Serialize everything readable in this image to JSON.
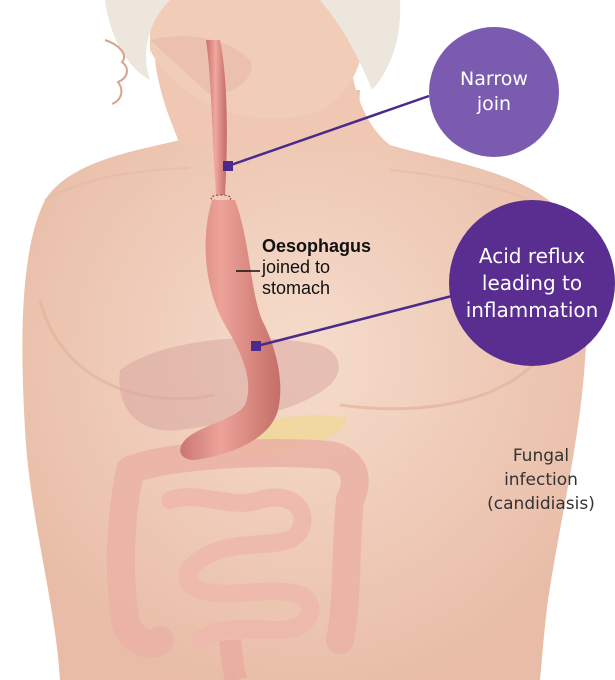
{
  "callouts": {
    "narrow_join": {
      "lines": [
        "Narrow",
        "join"
      ],
      "color": "#7b5bb0"
    },
    "acid_reflux": {
      "lines": [
        "Acid reflux",
        "leading to",
        "inflammation"
      ],
      "color": "#5a2d91"
    }
  },
  "labels": {
    "oesophagus_title": "Oesophagus",
    "oesophagus_line2": "joined to",
    "oesophagus_line3": "stomach",
    "fungal_lines": [
      "Fungal",
      "infection",
      "(candidiasis)"
    ]
  },
  "colors": {
    "skin": "#f2d3c1",
    "skin_shadow": "#e3b39c",
    "hair": "#ece6dd",
    "organ": "#e4928a",
    "organ_dark": "#c96f69",
    "intestine": "#eab1a5",
    "liver": "#d9a8a0",
    "pancreas": "#f0d79a",
    "pointer_line": "#4a2a8a"
  }
}
